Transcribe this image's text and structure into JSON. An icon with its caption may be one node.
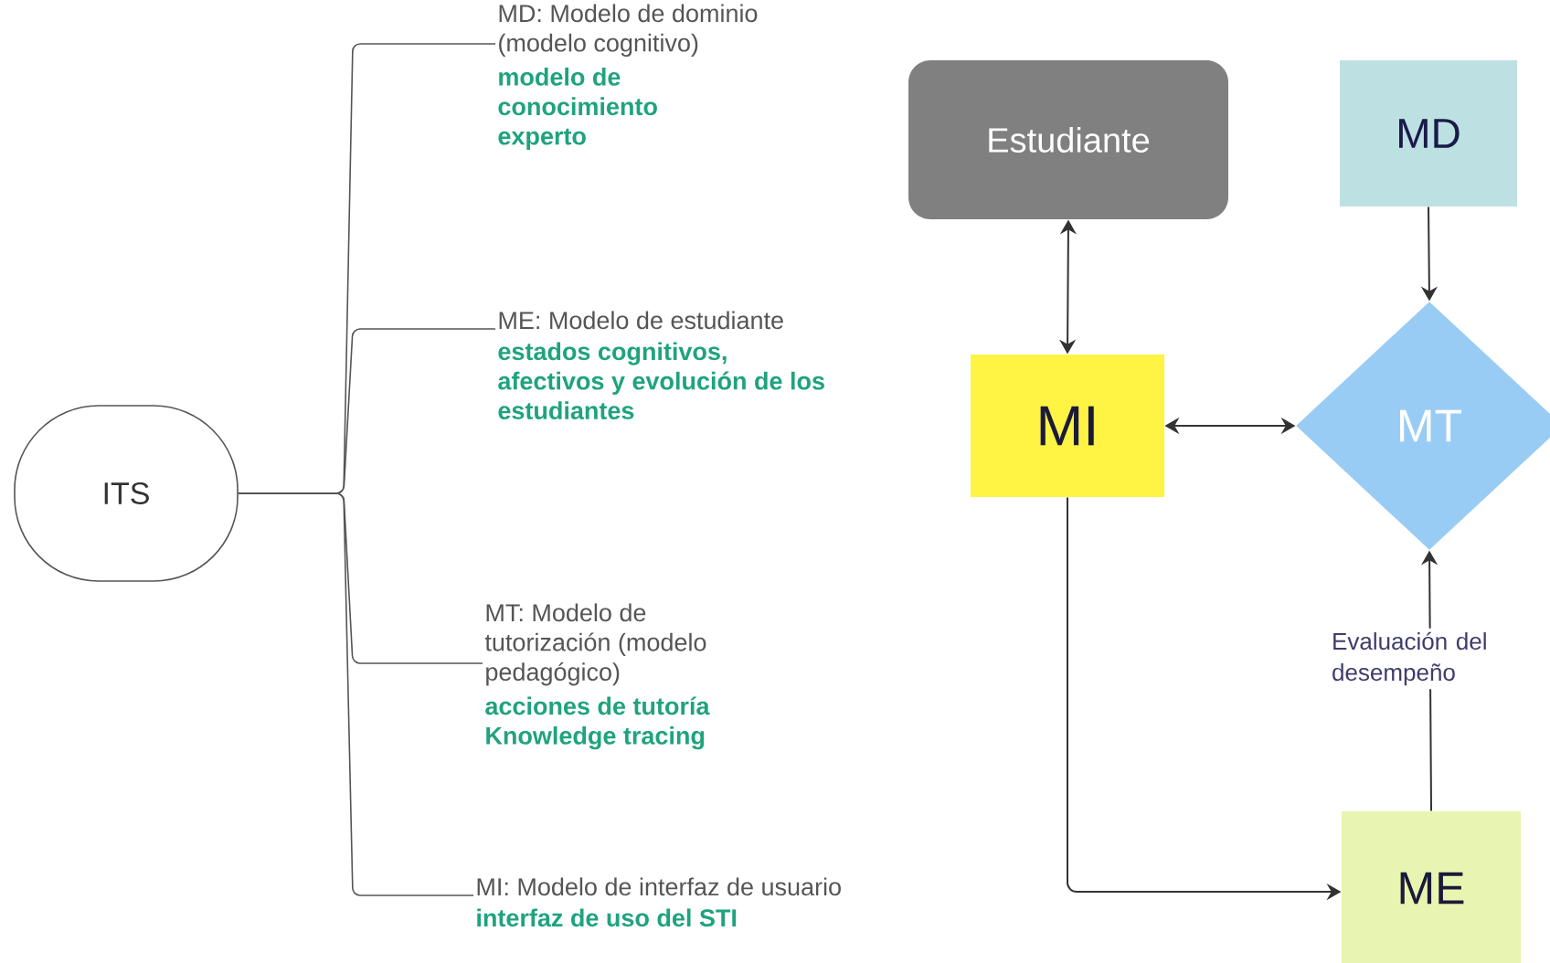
{
  "diagram": {
    "nodes": [
      {
        "text": [
          "ITS"
        ]
      },
      {
        "text": [
          "MD: Modelo de dominio (modelo cognitivo)",
          "modelo de conocimiento experto"
        ]
      },
      {
        "text": [
          "ME: Modelo de estudiante",
          "estados cognitivos, afectivos y evolución de los estudiantes"
        ]
      },
      {
        "text": [
          "MT: Modelo de tutorización (modelo pedagógico)",
          "acciones de tutoría Knowledge tracing"
        ]
      },
      {
        "text": [
          "MI: Modelo  de interfaz de usuario",
          "interfaz de uso del STI"
        ]
      },
      {
        "text": [
          "Estudiante"
        ]
      },
      {
        "text": [
          "MD"
        ]
      },
      {
        "text": [
          "MI"
        ]
      },
      {
        "text": [
          "MT"
        ]
      },
      {
        "text": [
          "ME"
        ]
      }
    ],
    "edges": [
      {
        "from": 0,
        "to": 1,
        "arrow": "none"
      },
      {
        "from": 0,
        "to": 2,
        "arrow": "none"
      },
      {
        "from": 0,
        "to": 3,
        "arrow": "none"
      },
      {
        "from": 0,
        "to": 4,
        "arrow": "none"
      },
      {
        "from": 5,
        "to": 7,
        "arrow": "both"
      },
      {
        "from": 7,
        "to": 8,
        "arrow": "both"
      },
      {
        "from": 6,
        "to": 8,
        "arrow": "to"
      },
      {
        "from": 9,
        "to": 8,
        "arrow": "to",
        "label": "Evaluación del desempeño"
      },
      {
        "from": 7,
        "to": 9,
        "arrow": "to"
      }
    ]
  }
}
